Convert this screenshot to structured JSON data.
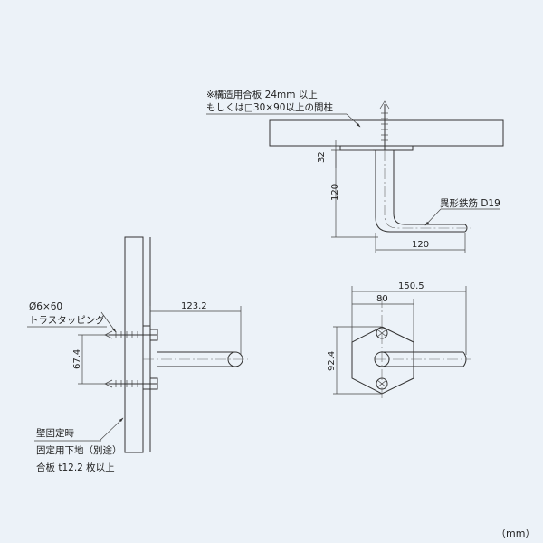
{
  "top_note": {
    "line1": "※構造用合板 24mm 以上",
    "line2": "もしくは□30×90以上の間柱"
  },
  "rebar_label": "異形鉄筋 D19",
  "dims": {
    "d32": "32",
    "d120_vertical": "120",
    "d120_horizontal": "120",
    "d1232": "123.2",
    "d674": "67.4",
    "d1505": "150.5",
    "d80": "80",
    "d924": "92.4"
  },
  "screw_note": {
    "line1": "Ø6×60",
    "line2": "トラスタッピング"
  },
  "wall_note": {
    "line1": "壁固定時",
    "line2": "固定用下地（別途）",
    "line3": "合板 t12.2 枚以上"
  },
  "unit": "（mm）"
}
